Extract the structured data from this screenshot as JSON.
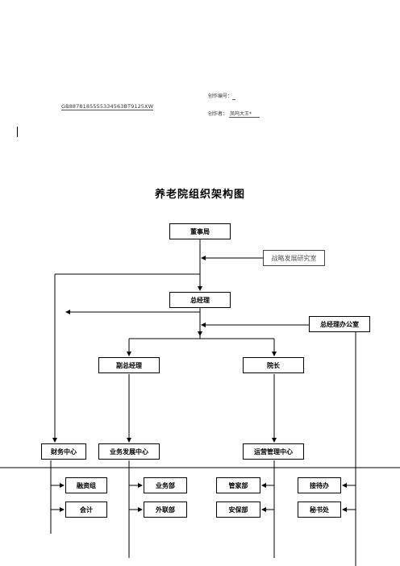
{
  "header": {
    "code_label": "创作编号：",
    "code_value": "GB8878185555334563BT9125XW",
    "author_label": "创作者：",
    "author_value": "凤呜大王*"
  },
  "chart": {
    "title": "养老院组织架构图",
    "nodes": {
      "board": "董事局",
      "strategy": "战略发展研究室",
      "gm": "总经理",
      "gm_office": "总经理办公室",
      "deputy_gm": "副总经理",
      "dean": "院长",
      "finance_center": "财务中心",
      "business_center": "业务发展中心",
      "operations_center": "运营管理中心",
      "financing_group": "融资组",
      "accounting": "会计",
      "business_dept": "业务部",
      "external_dept": "外联部",
      "housekeeping_dept": "管家部",
      "security_dept": "安保部",
      "reception_office": "接待办",
      "secretariat": "秘书处"
    }
  }
}
